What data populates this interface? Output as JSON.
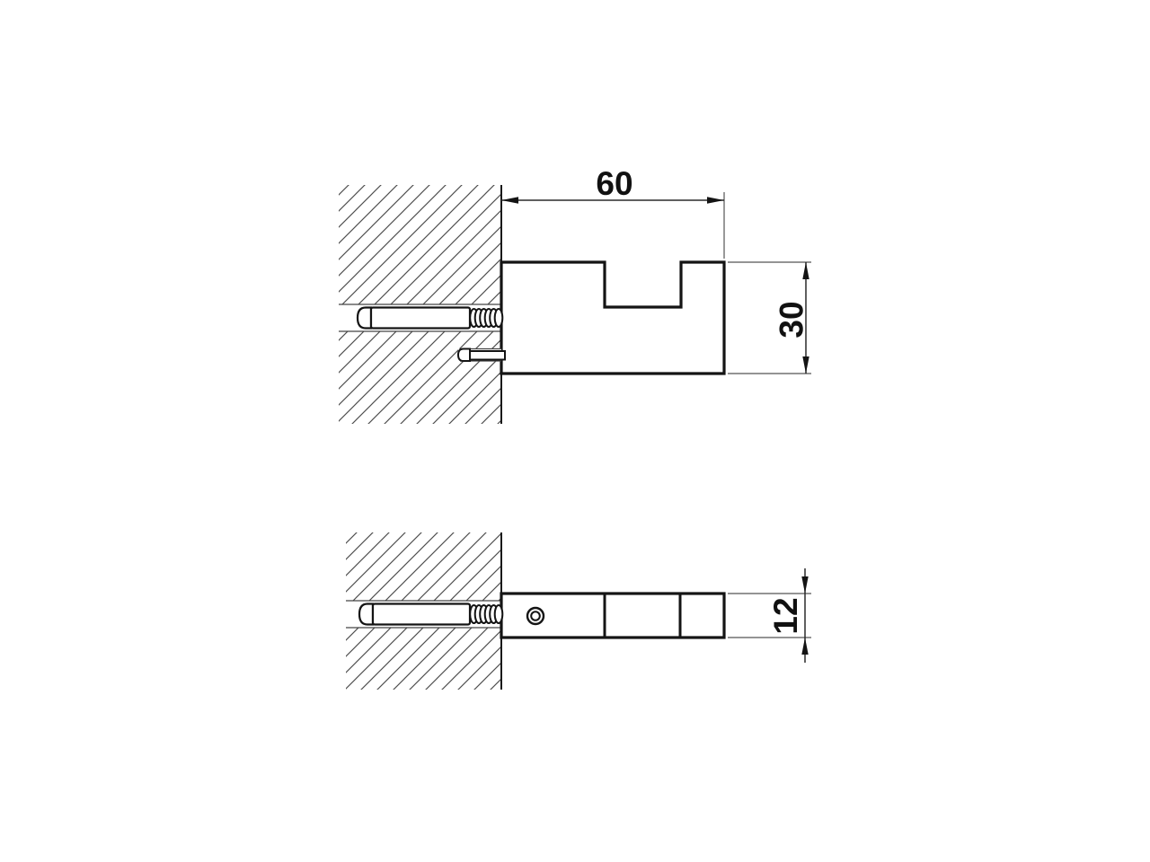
{
  "drawing": {
    "kind": "installation-section-drawing",
    "dimension_labels": {
      "width": "60",
      "height": "30",
      "depth": "12"
    },
    "colors": {
      "background": "#ffffff",
      "outline": "#141414",
      "hatch_line": "#4d4d4d",
      "thin_line": "#444444",
      "dimension_line": "#2b2b2b"
    }
  }
}
